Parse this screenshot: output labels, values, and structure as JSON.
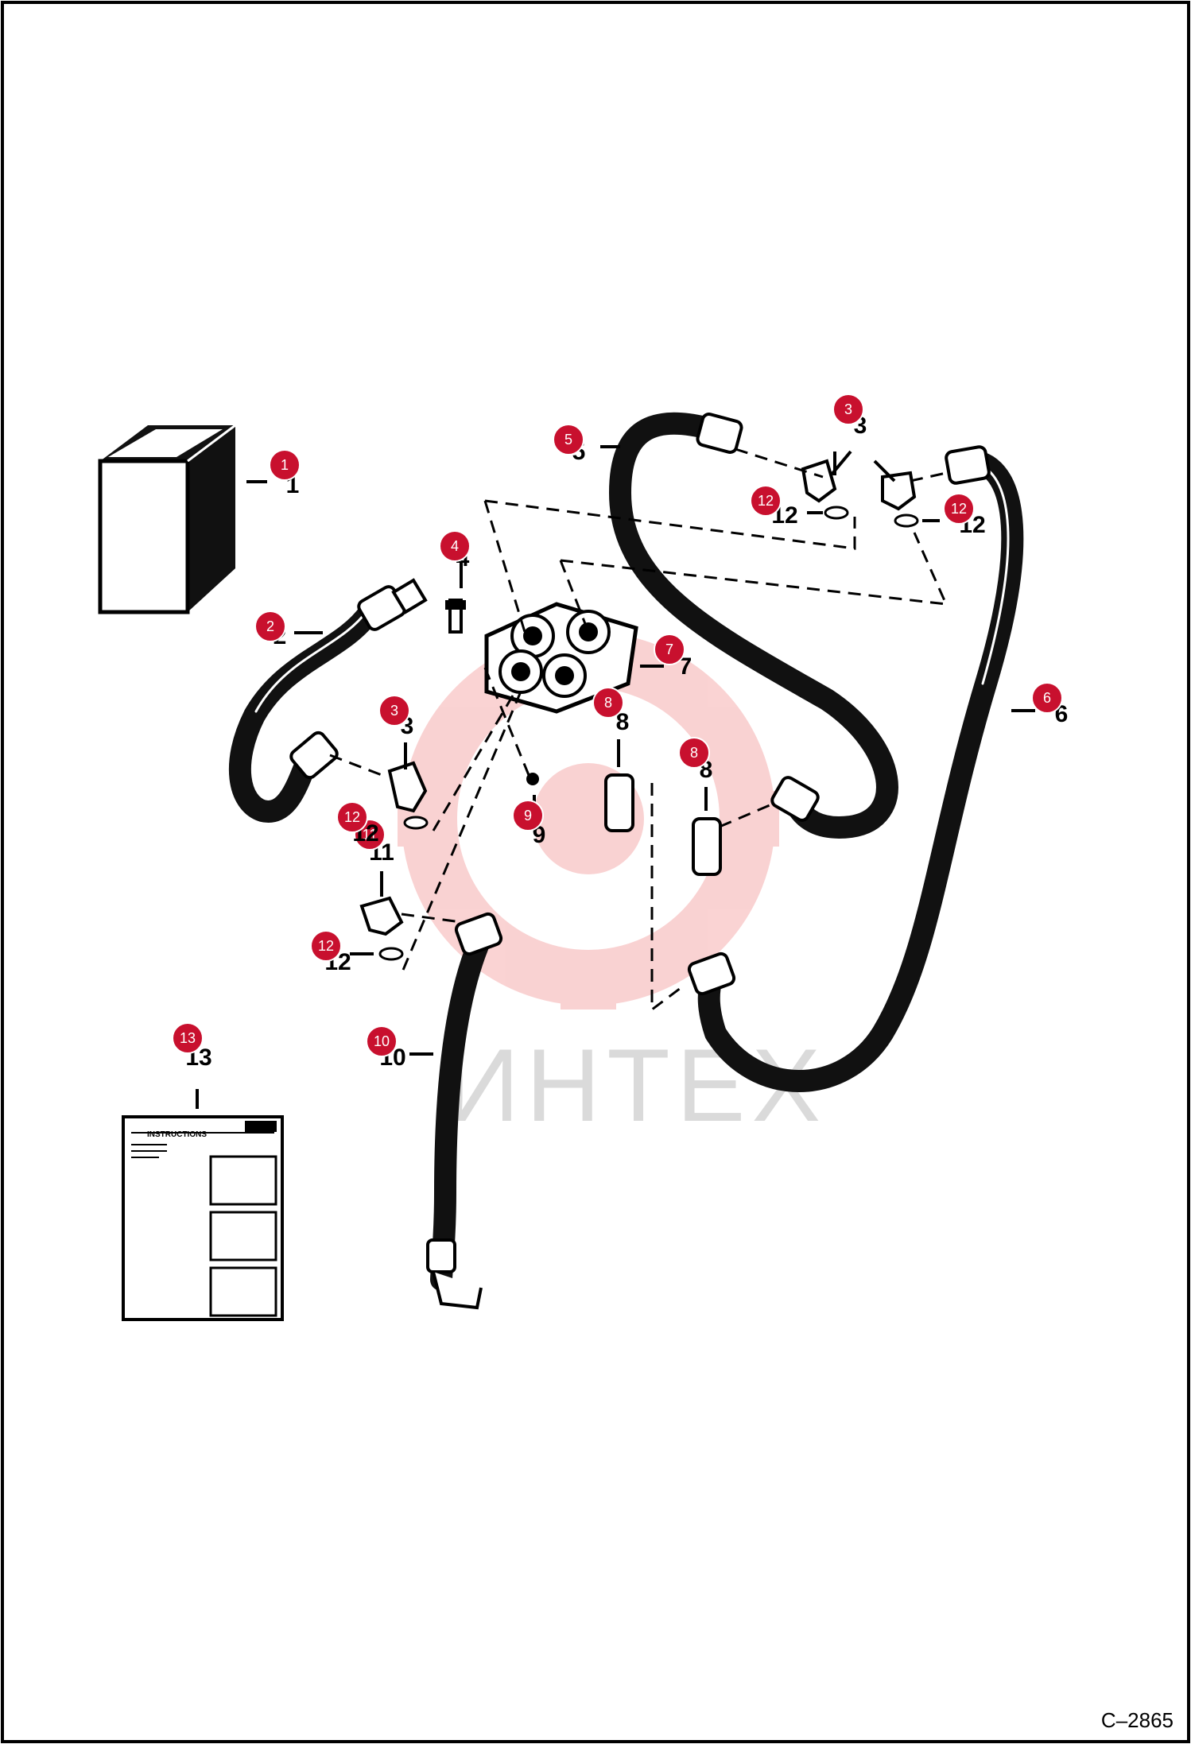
{
  "drawing_code": "C–2865",
  "watermark": "ИНТЕХ",
  "instruction_sheet": {
    "heading": "INSTRUCTIONS"
  },
  "colors": {
    "marker": "#c8102e",
    "line": "#000000",
    "watermark": "#f4b8b8"
  },
  "parts": [
    {
      "callout": "1",
      "printed": "1"
    },
    {
      "callout": "2",
      "printed": "2"
    },
    {
      "callout": "3",
      "printed": "3"
    },
    {
      "callout": "3",
      "printed": "3"
    },
    {
      "callout": "4",
      "printed": "4"
    },
    {
      "callout": "5",
      "printed": "5"
    },
    {
      "callout": "6",
      "printed": "6"
    },
    {
      "callout": "7",
      "printed": "7"
    },
    {
      "callout": "8",
      "printed": "8"
    },
    {
      "callout": "8",
      "printed": "8"
    },
    {
      "callout": "9",
      "printed": "9"
    },
    {
      "callout": "10",
      "printed": "10"
    },
    {
      "callout": "11",
      "printed": "11"
    },
    {
      "callout": "12",
      "printed": "12"
    },
    {
      "callout": "12",
      "printed": "12"
    },
    {
      "callout": "12",
      "printed": "12"
    },
    {
      "callout": "12",
      "printed": "12"
    },
    {
      "callout": "13",
      "printed": "13"
    }
  ]
}
